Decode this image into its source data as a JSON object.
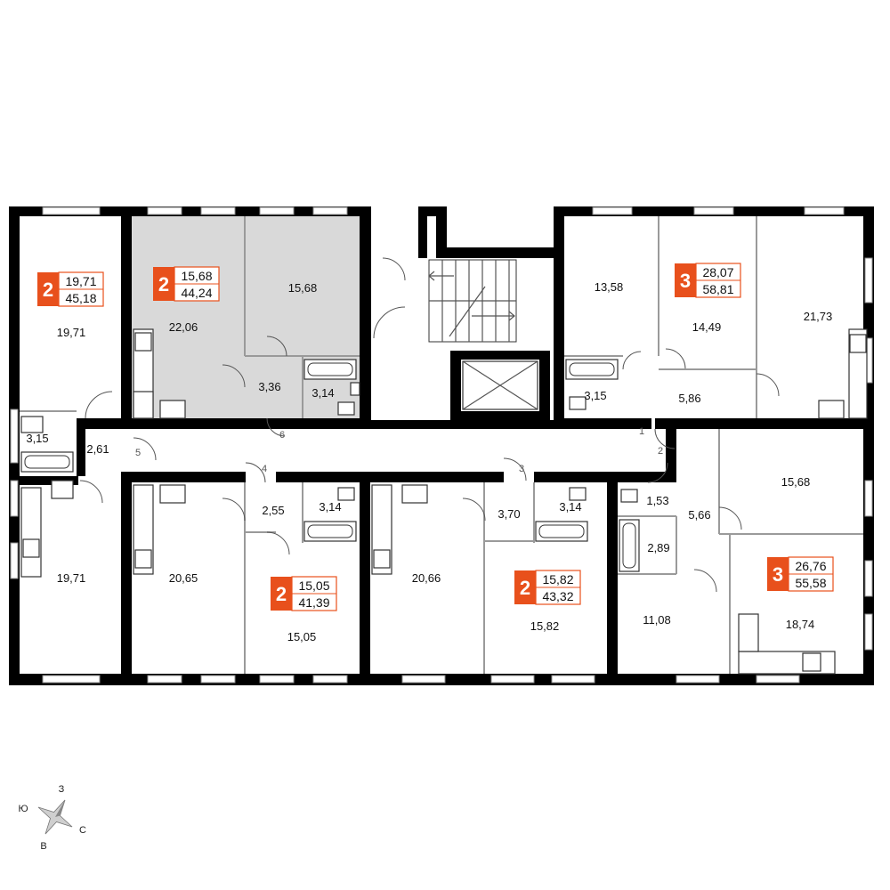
{
  "badges": [
    {
      "rooms": "2",
      "living": "19,71",
      "total": "45,18"
    },
    {
      "rooms": "2",
      "living": "15,68",
      "total": "44,24"
    },
    {
      "rooms": "3",
      "living": "28,07",
      "total": "58,81"
    },
    {
      "rooms": "2",
      "living": "15,05",
      "total": "41,39"
    },
    {
      "rooms": "2",
      "living": "15,82",
      "total": "43,32"
    },
    {
      "rooms": "3",
      "living": "26,76",
      "total": "55,58"
    }
  ],
  "rooms": [
    "19,71",
    "22,06",
    "15,68",
    "3,36",
    "3,14",
    "13,58",
    "14,49",
    "21,73",
    "3,15",
    "5,86",
    "3,15",
    "2,61",
    "19,71",
    "20,65",
    "2,55",
    "3,14",
    "15,05",
    "20,66",
    "3,70",
    "3,14",
    "15,82",
    "1,53",
    "5,66",
    "2,89",
    "15,68",
    "11,08",
    "18,74"
  ],
  "doors": [
    "5",
    "6",
    "4",
    "3",
    "1",
    "2"
  ],
  "compass": {
    "top": "З",
    "left": "Ю",
    "right": "С",
    "bottom": "В"
  },
  "colors": {
    "accent": "#e8501c",
    "highlight": "#d9d9d9",
    "wall": "#000000"
  }
}
